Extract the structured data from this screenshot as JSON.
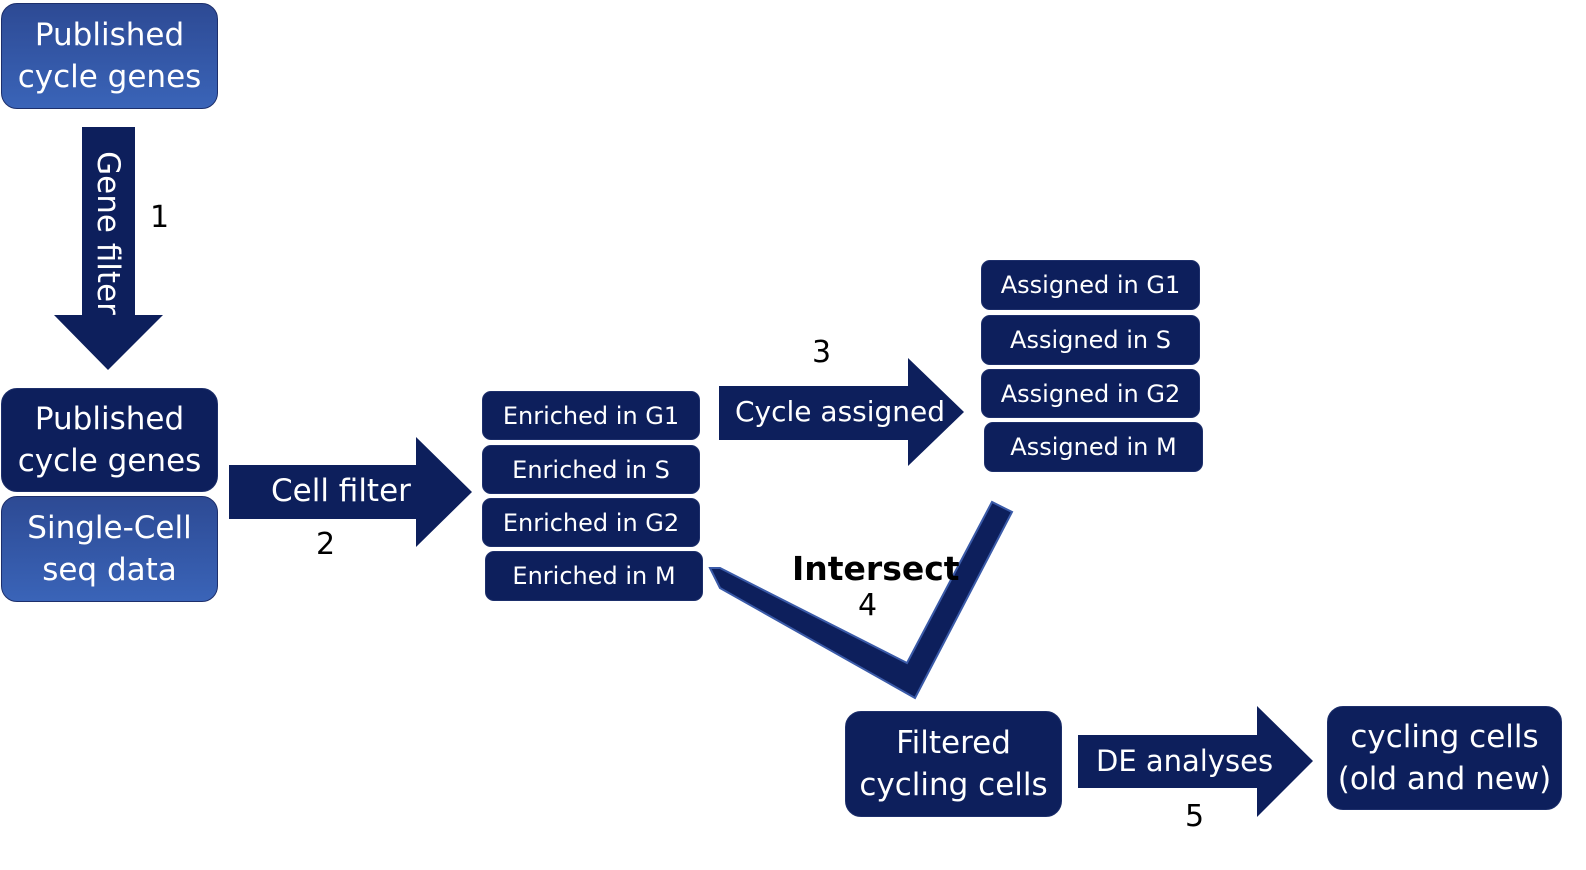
{
  "source_boxes": {
    "published_top": [
      "Published",
      "cycle genes"
    ],
    "published_mid": [
      "Published",
      "cycle genes"
    ],
    "single_cell": [
      "Single-Cell",
      "seq data"
    ]
  },
  "enriched": [
    "Enriched in G1",
    "Enriched in S",
    "Enriched in G2",
    "Enriched in M"
  ],
  "assigned": [
    "Assigned in G1",
    "Assigned in S",
    "Assigned in G2",
    "Assigned in M"
  ],
  "filtered": [
    "Filtered",
    "cycling cells"
  ],
  "cycling_output": [
    "cycling cells",
    "(old and new)"
  ],
  "arrows": {
    "gene_filter": "Gene filter",
    "cell_filter": "Cell filter",
    "cycle_assigned": "Cycle assigned",
    "intersect": "Intersect",
    "de_analyses": "DE analyses"
  },
  "step_numbers": {
    "s1": "1",
    "s2": "2",
    "s3": "3",
    "s4": "4",
    "s5": "5"
  },
  "colors": {
    "navy": "#0d1f5c",
    "gradient_top": "#2d4a94",
    "gradient_bottom": "#3a64b8",
    "border": "#1d2f6b"
  }
}
